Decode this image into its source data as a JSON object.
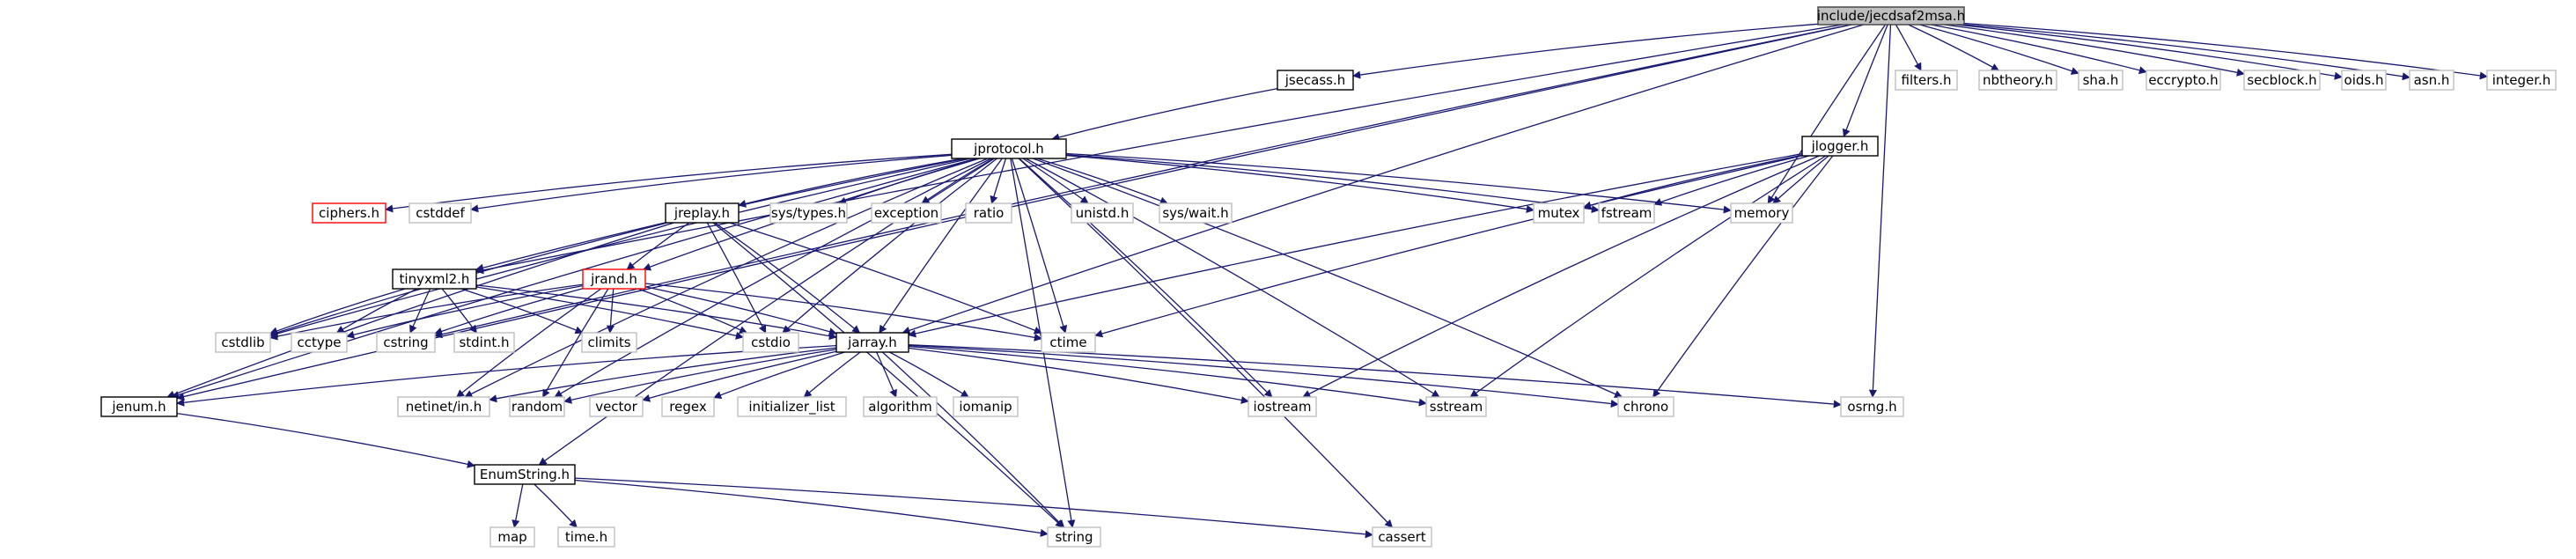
{
  "graph": {
    "type": "include-dependency-graph",
    "edge_color": "#191970",
    "nodes": [
      {
        "id": "jecdsaf2msa",
        "label": "include/jecdsaf2msa.h",
        "style": "root"
      },
      {
        "id": "jsecass",
        "label": "jsecass.h",
        "style": "documented"
      },
      {
        "id": "jprotocol",
        "label": "jprotocol.h",
        "style": "documented"
      },
      {
        "id": "jlogger",
        "label": "jlogger.h",
        "style": "documented"
      },
      {
        "id": "ciphers",
        "label": "ciphers.h",
        "style": "truncated"
      },
      {
        "id": "cstddef",
        "label": "cstddef",
        "style": "system"
      },
      {
        "id": "jreplay",
        "label": "jreplay.h",
        "style": "documented"
      },
      {
        "id": "systypes",
        "label": "sys/types.h",
        "style": "system"
      },
      {
        "id": "exception",
        "label": "exception",
        "style": "system"
      },
      {
        "id": "ratio",
        "label": "ratio",
        "style": "system"
      },
      {
        "id": "unistd",
        "label": "unistd.h",
        "style": "system"
      },
      {
        "id": "syswait",
        "label": "sys/wait.h",
        "style": "system"
      },
      {
        "id": "mutex",
        "label": "mutex",
        "style": "system"
      },
      {
        "id": "fstream",
        "label": "fstream",
        "style": "system"
      },
      {
        "id": "memory",
        "label": "memory",
        "style": "system"
      },
      {
        "id": "filters",
        "label": "filters.h",
        "style": "system"
      },
      {
        "id": "nbtheory",
        "label": "nbtheory.h",
        "style": "system"
      },
      {
        "id": "sha",
        "label": "sha.h",
        "style": "system"
      },
      {
        "id": "eccrypto",
        "label": "eccrypto.h",
        "style": "system"
      },
      {
        "id": "secblock",
        "label": "secblock.h",
        "style": "system"
      },
      {
        "id": "oids",
        "label": "oids.h",
        "style": "system"
      },
      {
        "id": "asn",
        "label": "asn.h",
        "style": "system"
      },
      {
        "id": "integer",
        "label": "integer.h",
        "style": "system"
      },
      {
        "id": "tinyxml2",
        "label": "tinyxml2.h",
        "style": "documented"
      },
      {
        "id": "jrand",
        "label": "jrand.h",
        "style": "truncated"
      },
      {
        "id": "cstdlib",
        "label": "cstdlib",
        "style": "system"
      },
      {
        "id": "cctype",
        "label": "cctype",
        "style": "system"
      },
      {
        "id": "cstring",
        "label": "cstring",
        "style": "system"
      },
      {
        "id": "stdint",
        "label": "stdint.h",
        "style": "system"
      },
      {
        "id": "climits",
        "label": "climits",
        "style": "system"
      },
      {
        "id": "cstdio",
        "label": "cstdio",
        "style": "system"
      },
      {
        "id": "ctime",
        "label": "ctime",
        "style": "system"
      },
      {
        "id": "jarray",
        "label": "jarray.h",
        "style": "documented"
      },
      {
        "id": "jenum",
        "label": "jenum.h",
        "style": "documented"
      },
      {
        "id": "netinet",
        "label": "netinet/in.h",
        "style": "system"
      },
      {
        "id": "random",
        "label": "random",
        "style": "system"
      },
      {
        "id": "vector",
        "label": "vector",
        "style": "system"
      },
      {
        "id": "regex",
        "label": "regex",
        "style": "system"
      },
      {
        "id": "initlist",
        "label": "initializer_list",
        "style": "system"
      },
      {
        "id": "algorithm",
        "label": "algorithm",
        "style": "system"
      },
      {
        "id": "iomanip",
        "label": "iomanip",
        "style": "system"
      },
      {
        "id": "iostream",
        "label": "iostream",
        "style": "system"
      },
      {
        "id": "sstream",
        "label": "sstream",
        "style": "system"
      },
      {
        "id": "chrono",
        "label": "chrono",
        "style": "system"
      },
      {
        "id": "osrng",
        "label": "osrng.h",
        "style": "system"
      },
      {
        "id": "enumstring",
        "label": "EnumString.h",
        "style": "documented"
      },
      {
        "id": "map",
        "label": "map",
        "style": "system"
      },
      {
        "id": "timeh",
        "label": "time.h",
        "style": "system"
      },
      {
        "id": "string",
        "label": "string",
        "style": "system"
      },
      {
        "id": "cassert",
        "label": "cassert",
        "style": "system"
      }
    ],
    "edges": [
      [
        "jecdsaf2msa",
        "jsecass"
      ],
      [
        "jecdsaf2msa",
        "filters"
      ],
      [
        "jecdsaf2msa",
        "nbtheory"
      ],
      [
        "jecdsaf2msa",
        "sha"
      ],
      [
        "jecdsaf2msa",
        "eccrypto"
      ],
      [
        "jecdsaf2msa",
        "secblock"
      ],
      [
        "jecdsaf2msa",
        "oids"
      ],
      [
        "jecdsaf2msa",
        "asn"
      ],
      [
        "jecdsaf2msa",
        "integer"
      ],
      [
        "jecdsaf2msa",
        "jlogger"
      ],
      [
        "jecdsaf2msa",
        "memory"
      ],
      [
        "jecdsaf2msa",
        "osrng"
      ],
      [
        "jecdsaf2msa",
        "jarray"
      ],
      [
        "jecdsaf2msa",
        "jenum"
      ],
      [
        "jecdsaf2msa",
        "tinyxml2"
      ],
      [
        "jecdsaf2msa",
        "cstring"
      ],
      [
        "jsecass",
        "jprotocol"
      ],
      [
        "jprotocol",
        "ciphers"
      ],
      [
        "jprotocol",
        "cstddef"
      ],
      [
        "jprotocol",
        "jreplay"
      ],
      [
        "jprotocol",
        "systypes"
      ],
      [
        "jprotocol",
        "exception"
      ],
      [
        "jprotocol",
        "ratio"
      ],
      [
        "jprotocol",
        "unistd"
      ],
      [
        "jprotocol",
        "syswait"
      ],
      [
        "jprotocol",
        "mutex"
      ],
      [
        "jprotocol",
        "fstream"
      ],
      [
        "jprotocol",
        "memory"
      ],
      [
        "jprotocol",
        "tinyxml2"
      ],
      [
        "jprotocol",
        "jrand"
      ],
      [
        "jprotocol",
        "cstdlib"
      ],
      [
        "jprotocol",
        "cstdio"
      ],
      [
        "jprotocol",
        "ctime"
      ],
      [
        "jprotocol",
        "jarray"
      ],
      [
        "jprotocol",
        "jenum"
      ],
      [
        "jprotocol",
        "netinet"
      ],
      [
        "jprotocol",
        "random"
      ],
      [
        "jprotocol",
        "iostream"
      ],
      [
        "jprotocol",
        "sstream"
      ],
      [
        "jprotocol",
        "chrono"
      ],
      [
        "jprotocol",
        "string"
      ],
      [
        "jprotocol",
        "cassert"
      ],
      [
        "jprotocol",
        "enumstring"
      ],
      [
        "jlogger",
        "mutex"
      ],
      [
        "jlogger",
        "fstream"
      ],
      [
        "jlogger",
        "memory"
      ],
      [
        "jlogger",
        "ctime"
      ],
      [
        "jlogger",
        "iostream"
      ],
      [
        "jlogger",
        "sstream"
      ],
      [
        "jlogger",
        "chrono"
      ],
      [
        "jlogger",
        "jarray"
      ],
      [
        "jreplay",
        "jrand"
      ],
      [
        "jreplay",
        "cstdlib"
      ],
      [
        "jreplay",
        "cstdio"
      ],
      [
        "jreplay",
        "ctime"
      ],
      [
        "jreplay",
        "jarray"
      ],
      [
        "jreplay",
        "jenum"
      ],
      [
        "jreplay",
        "string"
      ],
      [
        "tinyxml2",
        "cstdlib"
      ],
      [
        "tinyxml2",
        "cctype"
      ],
      [
        "tinyxml2",
        "cstring"
      ],
      [
        "tinyxml2",
        "stdint"
      ],
      [
        "tinyxml2",
        "climits"
      ],
      [
        "tinyxml2",
        "cstdio"
      ],
      [
        "tinyxml2",
        "jarray"
      ],
      [
        "jrand",
        "cstdlib"
      ],
      [
        "jrand",
        "cctype"
      ],
      [
        "jrand",
        "cstring"
      ],
      [
        "jrand",
        "climits"
      ],
      [
        "jrand",
        "cstdio"
      ],
      [
        "jrand",
        "ctime"
      ],
      [
        "jrand",
        "jarray"
      ],
      [
        "jrand",
        "netinet"
      ],
      [
        "jrand",
        "random"
      ],
      [
        "jarray",
        "jenum"
      ],
      [
        "jarray",
        "netinet"
      ],
      [
        "jarray",
        "random"
      ],
      [
        "jarray",
        "vector"
      ],
      [
        "jarray",
        "regex"
      ],
      [
        "jarray",
        "initlist"
      ],
      [
        "jarray",
        "algorithm"
      ],
      [
        "jarray",
        "iomanip"
      ],
      [
        "jarray",
        "iostream"
      ],
      [
        "jarray",
        "sstream"
      ],
      [
        "jarray",
        "chrono"
      ],
      [
        "jarray",
        "osrng"
      ],
      [
        "jarray",
        "string"
      ],
      [
        "jenum",
        "enumstring"
      ],
      [
        "enumstring",
        "map"
      ],
      [
        "enumstring",
        "timeh"
      ],
      [
        "enumstring",
        "string"
      ],
      [
        "enumstring",
        "cassert"
      ]
    ]
  }
}
